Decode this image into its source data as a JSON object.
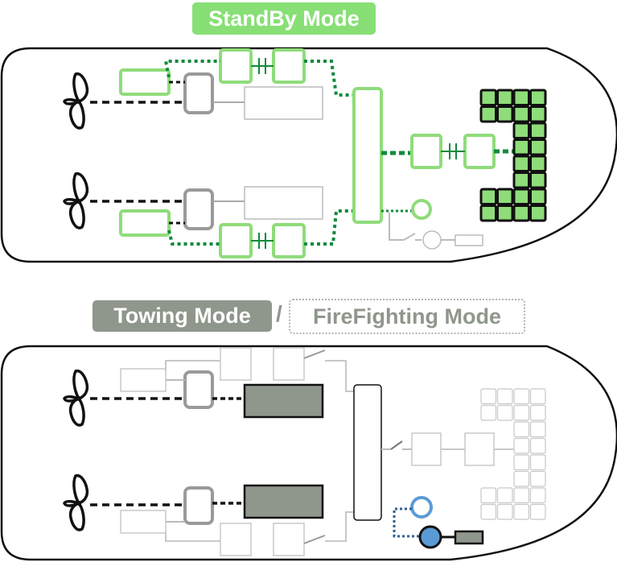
{
  "modes": {
    "standby_label": "StandBy Mode",
    "towing_label": "Towing Mode",
    "separator": "/",
    "firefighting_label": "FireFighting Mode"
  },
  "colors": {
    "standby_active": "#88df76",
    "standby_fill": "#8fdc7a",
    "dark_green": "#0f8a3c",
    "towing_gray": "#8f968c",
    "inactive_gray": "#c8c8c8",
    "firefighting_blue": "#5b9bd5",
    "outline": "#111111"
  }
}
